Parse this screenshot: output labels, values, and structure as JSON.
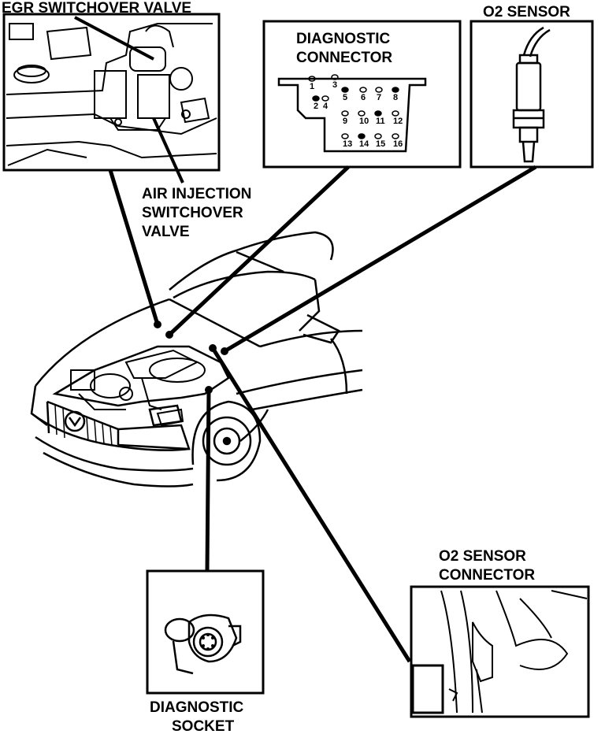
{
  "labels": {
    "egr_valve": "EGR SWITCHOVER VALVE",
    "air_injection_line1": "AIR INJECTION",
    "air_injection_line2": "SWITCHOVER",
    "air_injection_line3": "VALVE",
    "diag_connector_line1": "DIAGNOSTIC",
    "diag_connector_line2": "CONNECTOR",
    "o2_sensor": "O2 SENSOR",
    "o2_connector_line1": "O2 SENSOR",
    "o2_connector_line2": "CONNECTOR",
    "diag_socket_line1": "DIAGNOSTIC",
    "diag_socket_line2": "SOCKET"
  },
  "connector_pins": [
    "1",
    "2",
    "3",
    "4",
    "5",
    "6",
    "7",
    "8",
    "9",
    "10",
    "11",
    "12",
    "13",
    "14",
    "15",
    "16"
  ],
  "colors": {
    "ink": "#000000",
    "paper": "#ffffff"
  }
}
